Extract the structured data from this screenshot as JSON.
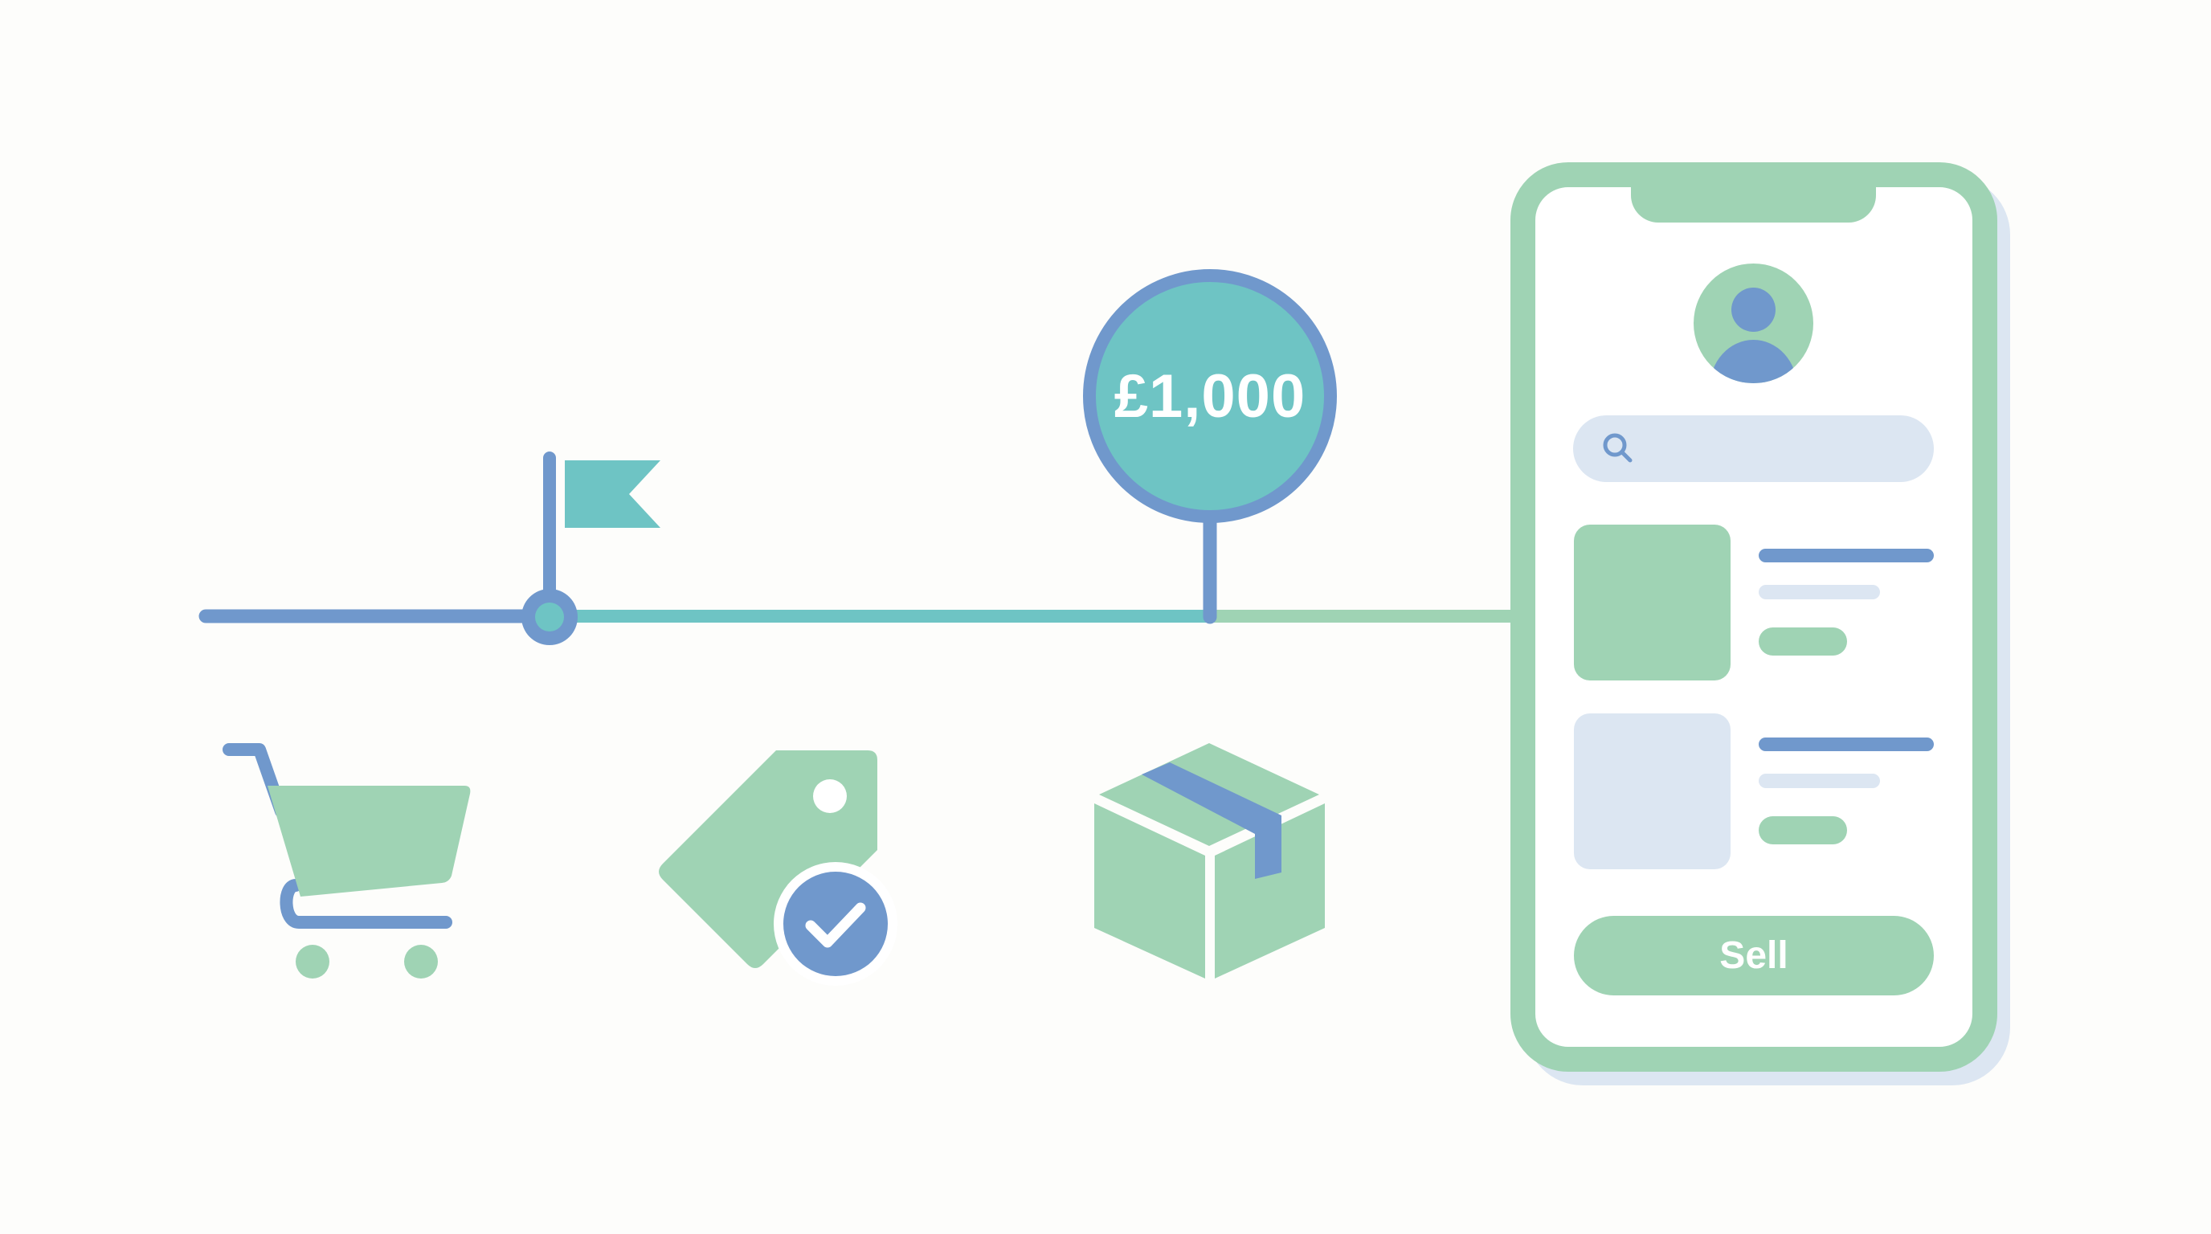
{
  "colors": {
    "background": "#FDFDFB",
    "blue": "#7098CC",
    "teal": "#6EC4C4",
    "green": "#9FD3B4",
    "light_blue": "#DCE6F2",
    "white": "#FFFFFF"
  },
  "timeline": {
    "segments": [
      {
        "name": "start-segment",
        "color": "blue"
      },
      {
        "name": "middle-segment",
        "color": "teal"
      },
      {
        "name": "end-segment",
        "color": "green"
      }
    ],
    "milestone_icon": "flag-icon",
    "price_marker": {
      "label": "£1,000"
    }
  },
  "icons": [
    {
      "name": "shopping-cart-icon"
    },
    {
      "name": "price-tag-check-icon"
    },
    {
      "name": "package-box-icon"
    }
  ],
  "phone": {
    "avatar_icon": "user-avatar-icon",
    "search": {
      "icon": "search-icon",
      "placeholder": ""
    },
    "listings": [
      {
        "thumbnail_color": "green"
      },
      {
        "thumbnail_color": "light_blue"
      }
    ],
    "sell_button_label": "Sell"
  }
}
